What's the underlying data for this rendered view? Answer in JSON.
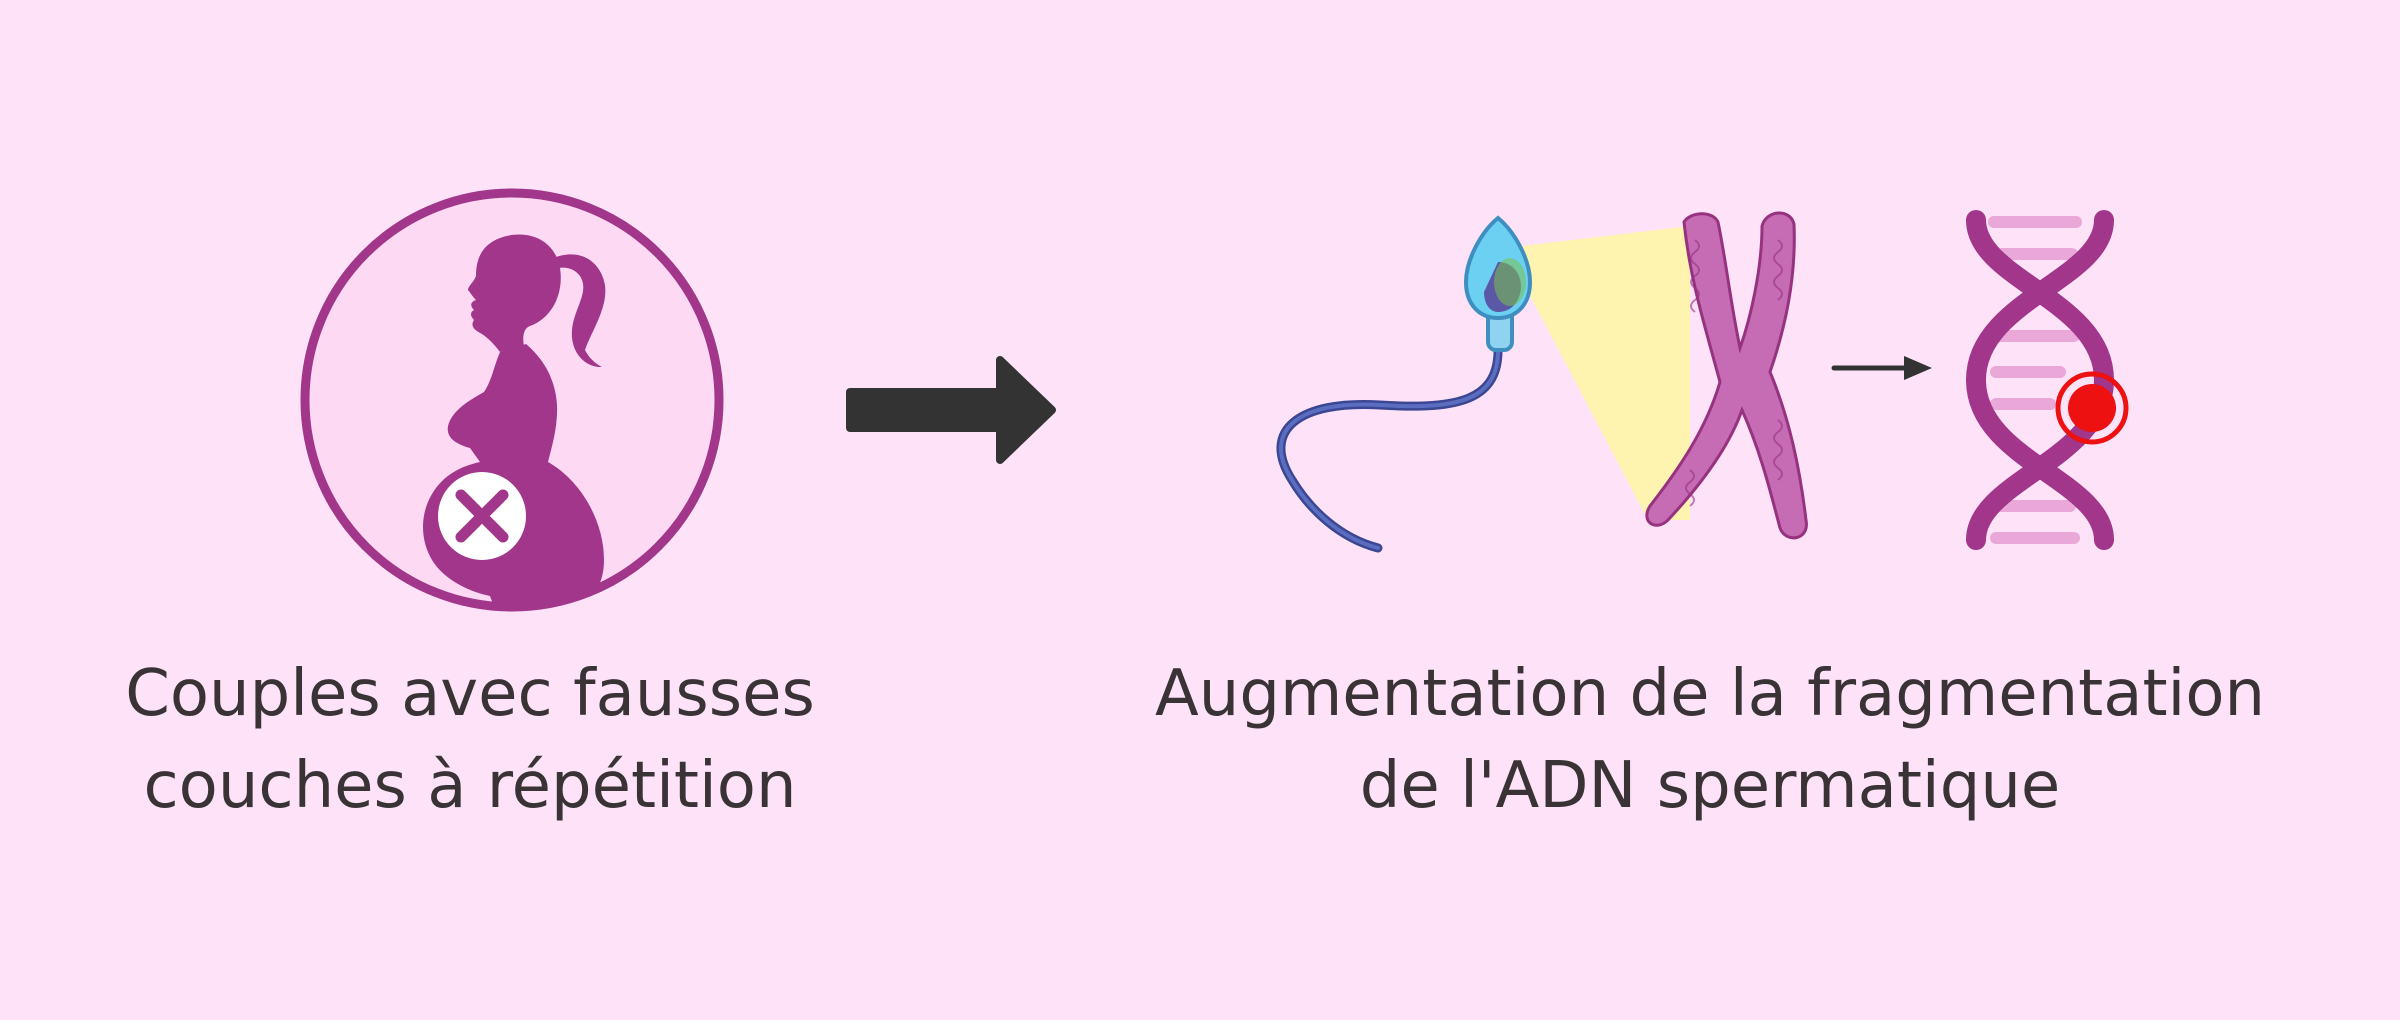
{
  "colors": {
    "background": "#fee3f8",
    "accent_purple": "#a1368a",
    "light_pink": "#fed9f3",
    "arrow": "#333333",
    "sperm_tail": "#4a5aa8",
    "sperm_head": "#5dc8ee",
    "zoom_cone": "#fff3b0",
    "chromosome": "#b84fa3",
    "dna_rungs": "#e9a8d8",
    "damage_red": "#ee1111",
    "text": "#3a3336"
  },
  "icons": {
    "pregnancy": "pregnant-woman-icon",
    "miscarriage": "x-mark-icon",
    "transition": "arrow-right-icon",
    "sperm": "sperm-icon",
    "chromosome": "chromosome-icon",
    "dna": "dna-helix-icon",
    "damage": "dna-break-marker-icon"
  },
  "left_caption": {
    "line1": "Couples avec fausses",
    "line2": "couches à répétition"
  },
  "right_caption": {
    "line1": "Augmentation de la fragmentation",
    "line2": "de l'ADN spermatique"
  }
}
